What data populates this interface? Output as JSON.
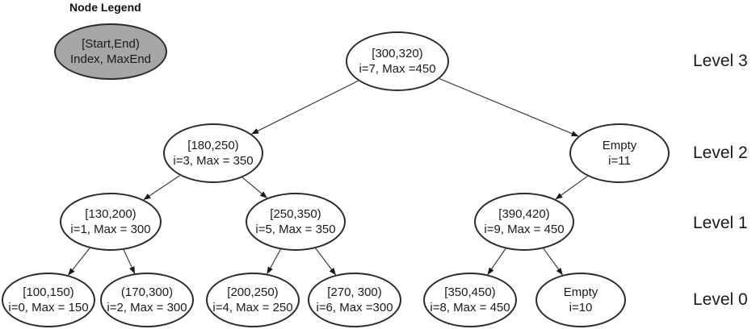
{
  "diagram": {
    "legend": {
      "title": "Node Legend",
      "line1": "[Start,End)",
      "line2": "Index, MaxEnd"
    },
    "level_labels": [
      "Level 3",
      "Level 2",
      "Level 1",
      "Level 0"
    ],
    "nodes": [
      {
        "id": "i7",
        "line1": "[300,320)",
        "line2": "i=7, Max =450",
        "level": 3
      },
      {
        "id": "i3",
        "line1": "[180,250)",
        "line2": "i=3, Max = 350",
        "level": 2
      },
      {
        "id": "i11",
        "line1": "Empty",
        "line2": "i=11",
        "level": 2
      },
      {
        "id": "i1",
        "line1": "[130,200)",
        "line2": "i=1, Max = 300",
        "level": 1
      },
      {
        "id": "i5",
        "line1": "[250,350)",
        "line2": "i=5, Max = 350",
        "level": 1
      },
      {
        "id": "i9",
        "line1": "[390,420)",
        "line2": "i=9, Max = 450",
        "level": 1
      },
      {
        "id": "i0",
        "line1": "[100,150)",
        "line2": "i=0, Max = 150",
        "level": 0
      },
      {
        "id": "i2",
        "line1": "(170,300)",
        "line2": "i=2, Max = 300",
        "level": 0
      },
      {
        "id": "i4",
        "line1": "[200,250)",
        "line2": "i=4, Max = 250",
        "level": 0
      },
      {
        "id": "i6",
        "line1": "[270, 300)",
        "line2": "i=6, Max =300",
        "level": 0
      },
      {
        "id": "i8",
        "line1": "[350,450)",
        "line2": "i=8, Max = 450",
        "level": 0
      },
      {
        "id": "i10",
        "line1": "Empty",
        "line2": "i=10",
        "level": 0
      }
    ],
    "edges": [
      [
        "i7",
        "i3"
      ],
      [
        "i7",
        "i11"
      ],
      [
        "i3",
        "i1"
      ],
      [
        "i3",
        "i5"
      ],
      [
        "i11",
        "i9"
      ],
      [
        "i1",
        "i0"
      ],
      [
        "i1",
        "i2"
      ],
      [
        "i5",
        "i4"
      ],
      [
        "i5",
        "i6"
      ],
      [
        "i9",
        "i8"
      ],
      [
        "i9",
        "i10"
      ]
    ],
    "colors": {
      "legend_fill": "#a6a6a6",
      "node_fill": "#ffffff",
      "border": "#2b2b2b",
      "line": "#404040",
      "text": "#1a1a1a",
      "background": "#ffffff"
    }
  }
}
